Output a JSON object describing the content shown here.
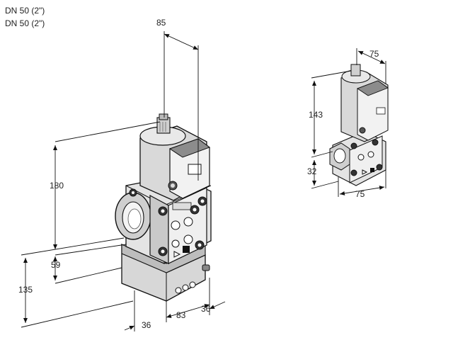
{
  "header": {
    "line1": "DN 50 (2\")",
    "line2": "DN 50 (2\")"
  },
  "large_valve": {
    "dims": {
      "top_width": "85",
      "height_upper": "180",
      "height_mid": "59",
      "height_lower": "135",
      "depth_left": "36",
      "width_bottom": "83",
      "depth_right": "36"
    }
  },
  "small_valve": {
    "dims": {
      "top_width": "75",
      "height_upper": "143",
      "height_lower": "32",
      "width_bottom": "75"
    }
  }
}
